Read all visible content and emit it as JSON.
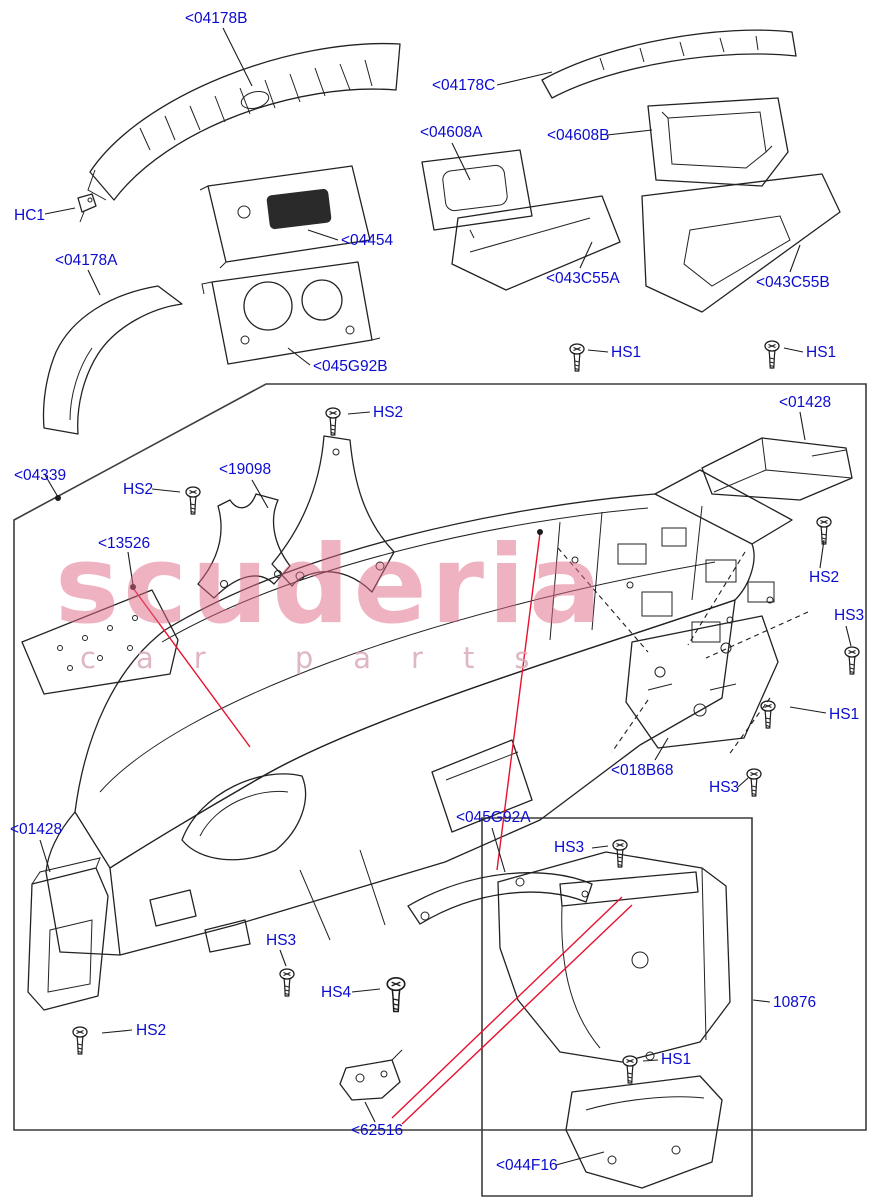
{
  "watermark": {
    "line1": "scuderia",
    "line2": "car parts"
  },
  "colors": {
    "label_blue": "#0b0bd0",
    "line_black": "#1c1c1c",
    "highlight_red": "#e8112d",
    "watermark_pink": "#df6583",
    "watermark_sub": "#d9aab8"
  },
  "labels": [
    {
      "id": "04178B",
      "text": "<04178B"
    },
    {
      "id": "04178C",
      "text": "<04178C"
    },
    {
      "id": "04608A",
      "text": "<04608A"
    },
    {
      "id": "04608B",
      "text": "<04608B"
    },
    {
      "id": "HC1",
      "text": "HC1"
    },
    {
      "id": "04454",
      "text": "<04454"
    },
    {
      "id": "04178A",
      "text": "<04178A"
    },
    {
      "id": "043C55A",
      "text": "<043C55A"
    },
    {
      "id": "043C55B",
      "text": "<043C55B"
    },
    {
      "id": "045G92B",
      "text": "<045G92B"
    },
    {
      "id": "HS1-a",
      "text": "HS1"
    },
    {
      "id": "HS1-b",
      "text": "HS1"
    },
    {
      "id": "HS2-a",
      "text": "HS2"
    },
    {
      "id": "01428-a",
      "text": "<01428"
    },
    {
      "id": "04339",
      "text": "<04339"
    },
    {
      "id": "HS2-b",
      "text": "HS2"
    },
    {
      "id": "19098",
      "text": "<19098"
    },
    {
      "id": "13526",
      "text": "<13526"
    },
    {
      "id": "HS2-c",
      "text": "HS2"
    },
    {
      "id": "HS3-a",
      "text": "HS3"
    },
    {
      "id": "HS1-c",
      "text": "HS1"
    },
    {
      "id": "018B68",
      "text": "<018B68"
    },
    {
      "id": "HS3-b",
      "text": "HS3"
    },
    {
      "id": "045G92A",
      "text": "<045G92A"
    },
    {
      "id": "HS3-c",
      "text": "HS3"
    },
    {
      "id": "01428-b",
      "text": "<01428"
    },
    {
      "id": "HS3-d",
      "text": "HS3"
    },
    {
      "id": "HS4",
      "text": "HS4"
    },
    {
      "id": "HS2-d",
      "text": "HS2"
    },
    {
      "id": "10876",
      "text": "10876"
    },
    {
      "id": "HS1-d",
      "text": "HS1"
    },
    {
      "id": "62516",
      "text": "<62516"
    },
    {
      "id": "044F16",
      "text": "<044F16"
    }
  ]
}
